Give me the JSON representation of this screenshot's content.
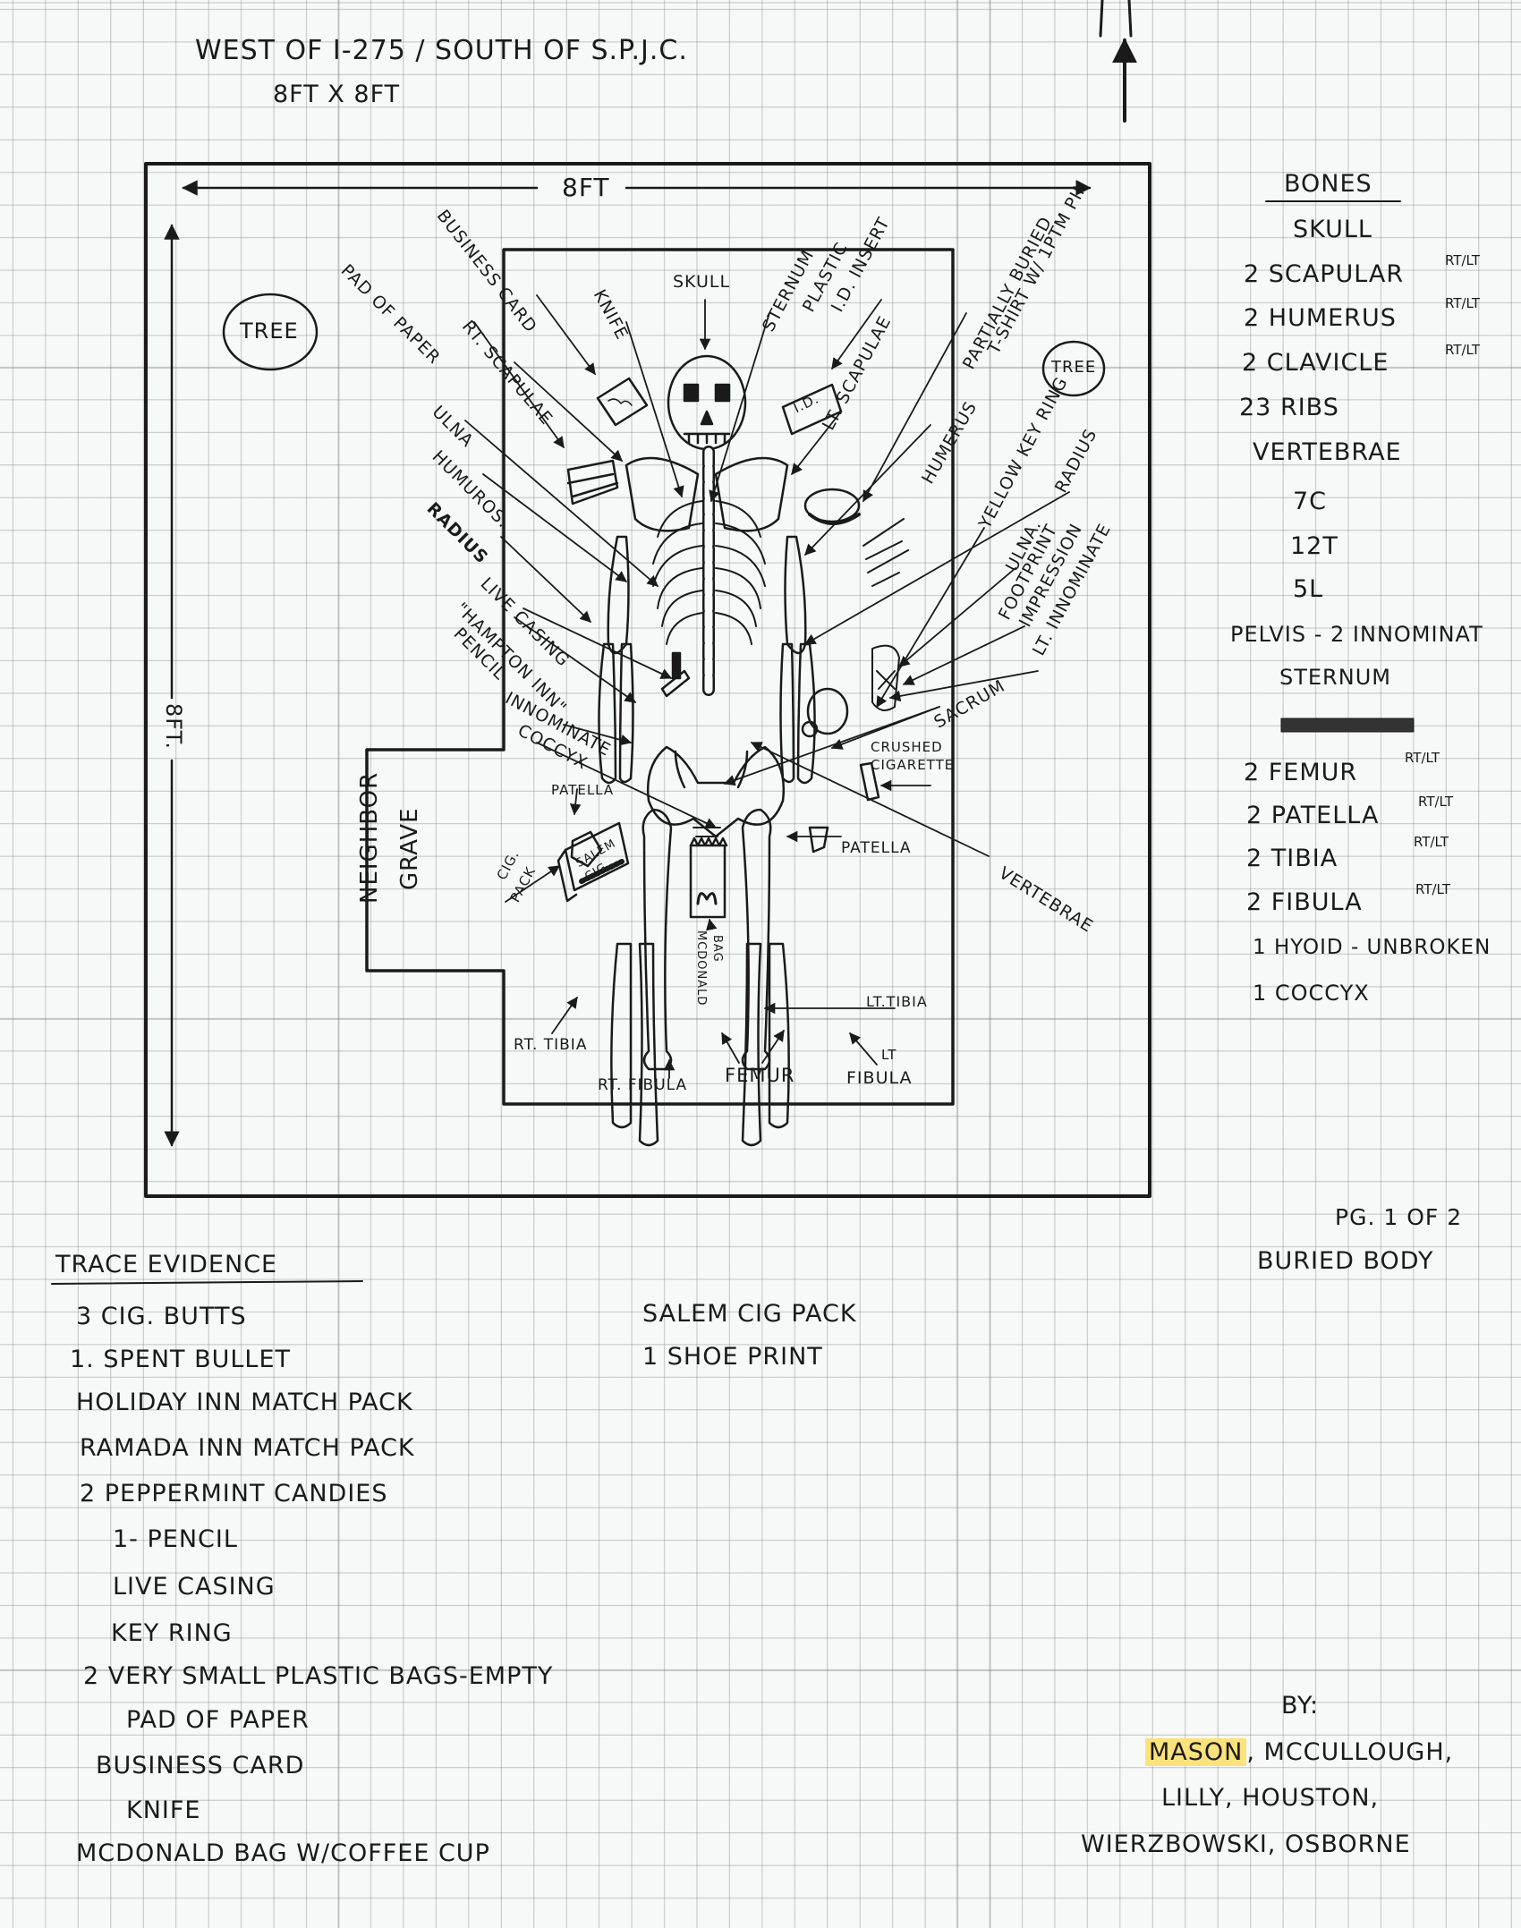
{
  "header": {
    "location": "West of I-275 / South of S.P.J.C.",
    "dimensions": "8ft x 8ft",
    "north_icon": "north-arrow"
  },
  "sketch": {
    "width_label": "8FT",
    "height_label": "8FT.",
    "tree_left": "TREE",
    "tree_right": "TREE",
    "neighbor_grave": [
      "Neighbor",
      "Grave"
    ],
    "labels": {
      "skull": "Skull",
      "business_card": "Business Card",
      "knife": "Knife",
      "sternum": "Sternum",
      "plastic_id": "Plastic",
      "plastic_id2": "I.D. Insert",
      "lt_scapulae": "Lt. Scapulae",
      "t_shirt": "Partially Buried",
      "t_shirt2": "T-Shirt w/ 1PTM pin",
      "pad_of_paper": "Pad of Paper",
      "rt_scapulae": "Rt. Scapulae",
      "ulna_left": "Ulna",
      "humuros_left": "Humuros.",
      "radius_left": "Radius",
      "live_casing": "Live Casing",
      "hampton_inn": "\"Hampton Inn\"",
      "pencil": "Pencil",
      "innominate": "Innominate",
      "coccyx": "Coccyx",
      "humerus_right": "Humerus",
      "yellow_key_ring": "Yellow Key Ring",
      "radius_right": "Radius",
      "ulna_right": "Ulna.",
      "footprint": "Footprint",
      "impression": "Impression",
      "lt_innominate": "Lt. Innominate",
      "sacrum": "Sacrum",
      "crushed": "Crushed",
      "cigarette": "Cigarette",
      "patella_left": "Patella",
      "patella_right": "Patella",
      "vertebrae": "Vertebrae",
      "cig_pack": "Cig.",
      "cig_pack2": "Pack",
      "salem_cig": "Salem",
      "salem_cig2": "Cig",
      "id_card": "I.D.",
      "mcdonald_bag": "McDonald",
      "mcdonald_bag2": "Bag",
      "rt_tibia": "Rt. Tibia",
      "rt_fibula": "Rt. Fibula",
      "femur": "Femur",
      "lt_fibula": "Lt",
      "lt_fibula2": "Fibula",
      "lt_tibia": "Lt.Tibia"
    }
  },
  "bones": {
    "title": "Bones",
    "items": [
      {
        "text": "Skull",
        "side": ""
      },
      {
        "text": "2 Scapular",
        "side": "RT/LT"
      },
      {
        "text": "2 Humerus",
        "side": "RT/LT"
      },
      {
        "text": "2 Clavicle",
        "side": "RT/LT"
      },
      {
        "text": "23 Ribs",
        "side": ""
      },
      {
        "text": "Vertebrae",
        "side": ""
      },
      {
        "text": "7C",
        "side": ""
      },
      {
        "text": "12T",
        "side": ""
      },
      {
        "text": "5L",
        "side": ""
      },
      {
        "text": "Pelvis - 2 Innominat",
        "side": ""
      },
      {
        "text": "Sternum",
        "side": ""
      },
      {
        "text": "2 Femur",
        "side": "RT/LT"
      },
      {
        "text": "2 Patella",
        "side": "RT/LT"
      },
      {
        "text": "2 Tibia",
        "side": "RT/LT"
      },
      {
        "text": "2 Fibula",
        "side": "RT/LT"
      },
      {
        "text": "1 Hyoid - unbroken",
        "side": ""
      },
      {
        "text": "1 Coccyx",
        "side": ""
      }
    ]
  },
  "page_info": {
    "page": "Pg. 1 of 2",
    "subject": "Buried Body"
  },
  "trace_evidence": {
    "title": "Trace Evidence",
    "items": [
      "3 Cig. Butts",
      "1. Spent Bullet",
      "Holiday Inn Match Pack",
      "Ramada Inn Match Pack",
      "2 Peppermint Candies",
      "1- Pencil",
      "Live Casing",
      "Key Ring",
      "2 Very Small Plastic Bags-Empty",
      "Pad of Paper",
      "Business Card",
      "Knife",
      "McDonald Bag w/Coffee Cup"
    ],
    "items_col2": [
      "Salem Cig Pack",
      "1 Shoe Print"
    ]
  },
  "authors": {
    "by": "By:",
    "highlighted": "Mason",
    "line1_rest": ", McCullough,",
    "line2": "Lilly, Houston,",
    "line3": "Wierzbowski, Osborne",
    "highlight_color": "#fbe27a"
  }
}
